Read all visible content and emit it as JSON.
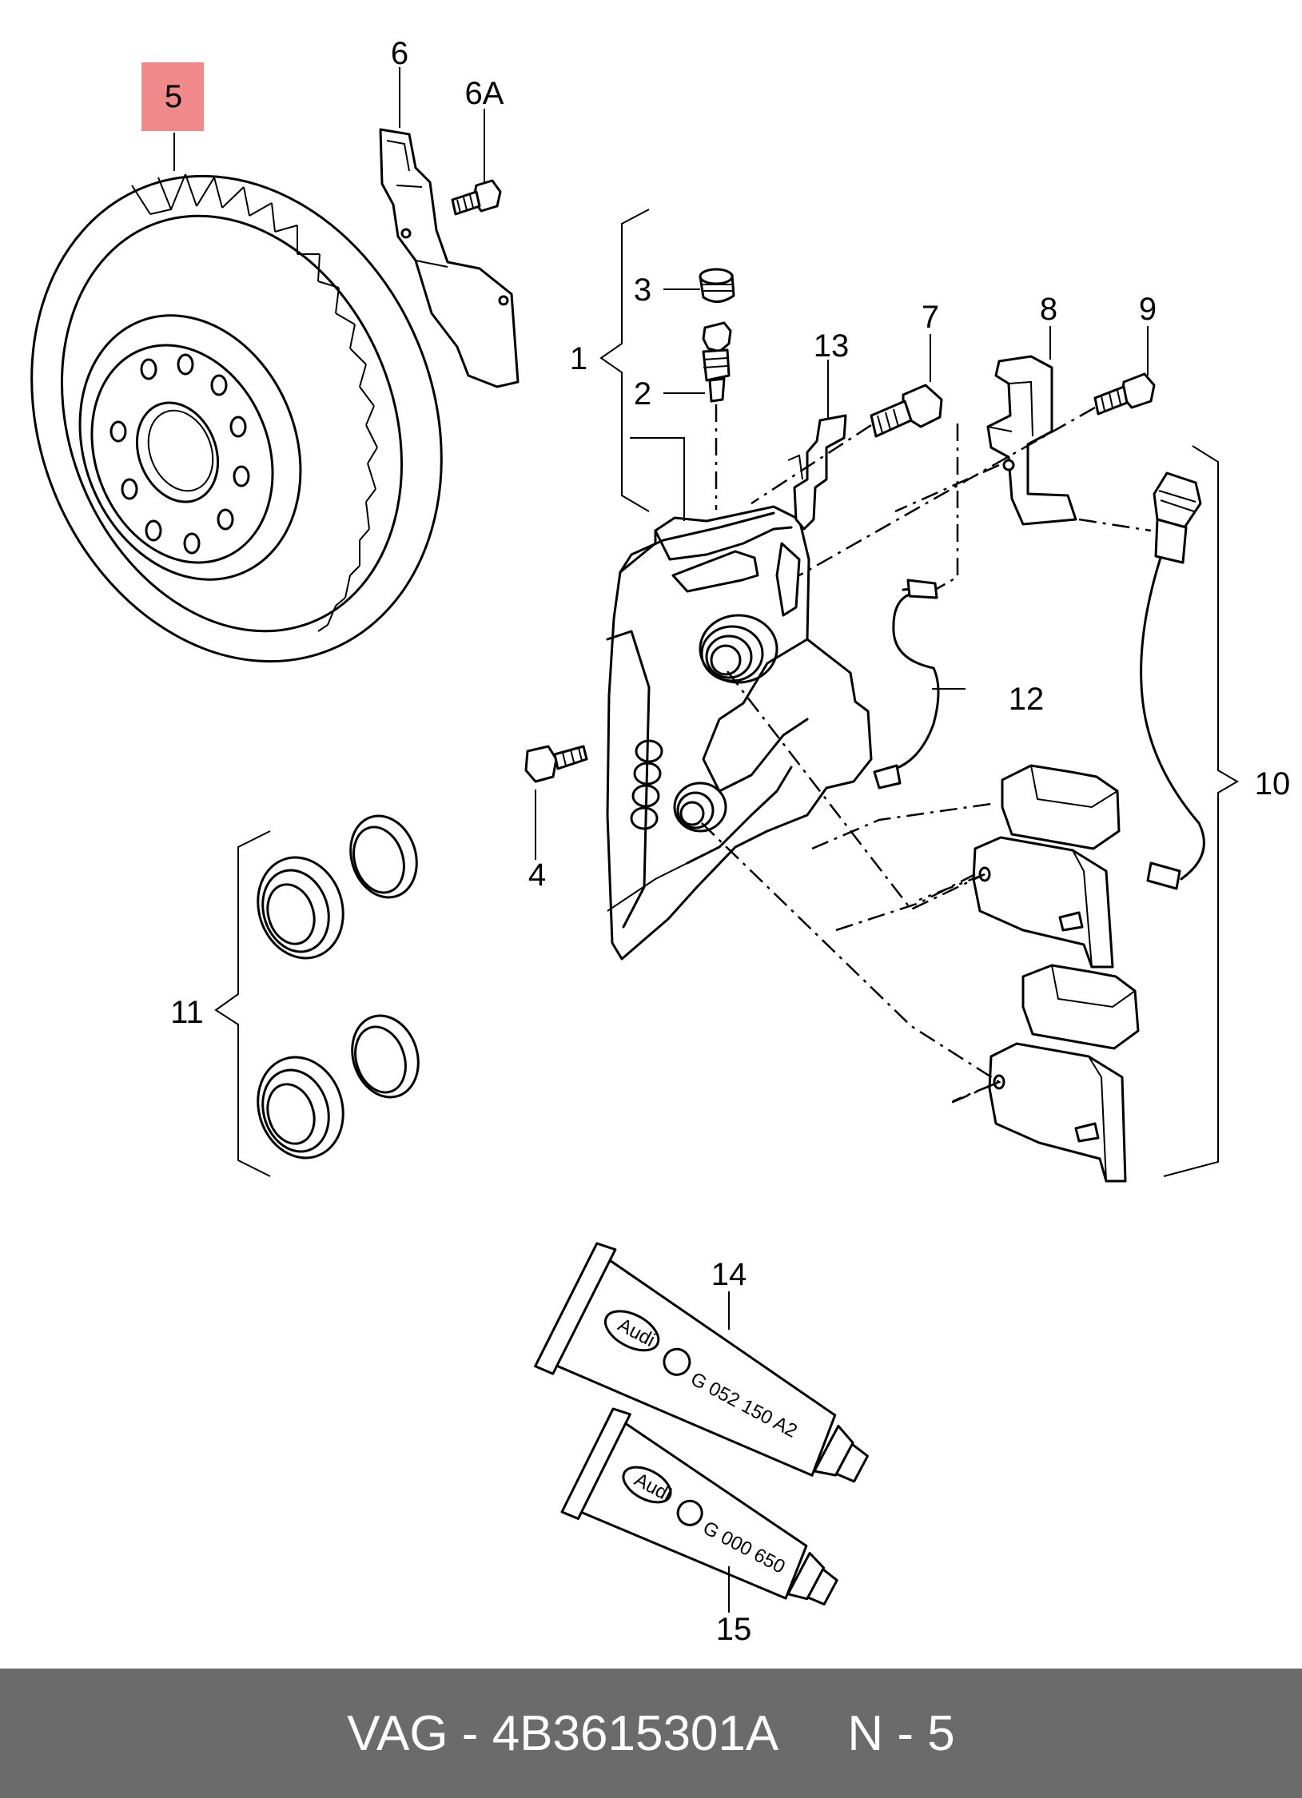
{
  "callouts": {
    "c1": "1",
    "c2": "2",
    "c3": "3",
    "c4": "4",
    "c5": "5",
    "c6": "6",
    "c6a": "6A",
    "c7": "7",
    "c8": "8",
    "c9": "9",
    "c10": "10",
    "c11": "11",
    "c12": "12",
    "c13": "13",
    "c14": "14",
    "c15": "15"
  },
  "highlight": {
    "color": "#f08a8a"
  },
  "tubes": {
    "tube14": {
      "brand": "Audi",
      "code": "G 052 150 A2"
    },
    "tube15": {
      "brand": "Audi",
      "code": "G 000 650"
    }
  },
  "footer": {
    "brand": "VAG",
    "separator": " - ",
    "part_number": "4B3615301A",
    "position_label": "N - 5"
  }
}
